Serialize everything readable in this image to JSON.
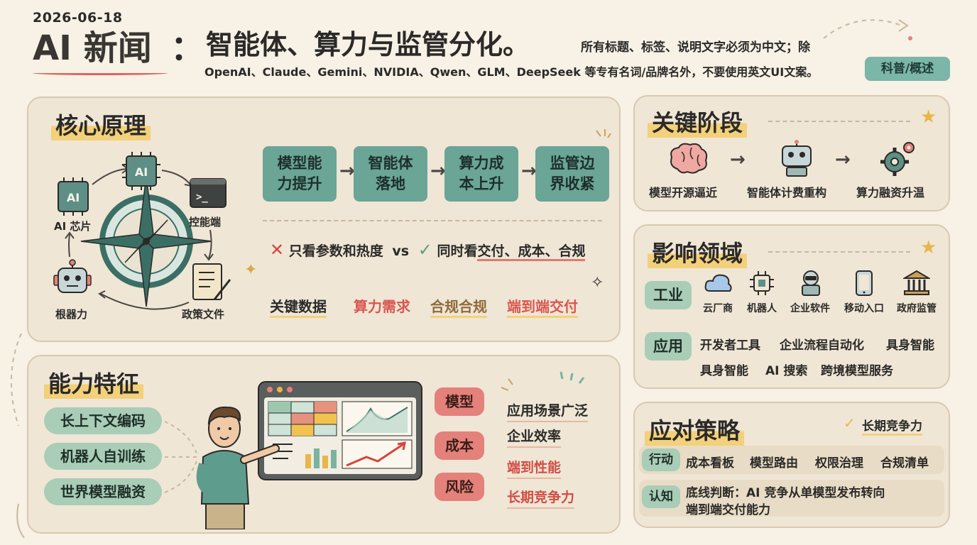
{
  "header": {
    "date": "2026-06-18",
    "title": "AI 新闻",
    "colon": "：",
    "subtitle": "智能体、算力与监管分化。",
    "note_line1": "所有标题、标签、说明文字必须为中文；除",
    "note_line2": "OpenAI、Claude、Gemini、NVIDIA、Qwen、GLM、DeepSeek 等专有名词/品牌名外，不要使用英文UI文案。",
    "tag": "科普/概述"
  },
  "core": {
    "title": "核心原理",
    "flow": [
      "模型能力提升",
      "智能体落地",
      "算力成本上升",
      "监管边界收紧"
    ],
    "flow_lines": [
      [
        "模型能",
        "力提升"
      ],
      [
        "智能体",
        "落地"
      ],
      [
        "算力成",
        "本上升"
      ],
      [
        "监管边",
        "界收紧"
      ]
    ],
    "compare_bad": "只看参数和热度",
    "vs": "vs",
    "compare_good_a": "同时看",
    "compare_good_b": "交付、成本、合规",
    "key_data_label": "关键数据",
    "key_data": [
      "算力需求",
      "合规合规",
      "端到端交付"
    ],
    "diagram": {
      "chip_top": "AI",
      "chip_left": "AI",
      "chip_left_label": "AI 芯片",
      "terminal_label": "控能端",
      "terminal_prompt": ">_",
      "robot_label": "根器力",
      "doc_label": "政策文件"
    }
  },
  "capability": {
    "title": "能力特征",
    "pills": [
      "长上下文编码",
      "机器人自训练",
      "世界模型融资"
    ],
    "tags": [
      "模型",
      "成本",
      "风险"
    ],
    "texts": [
      "应用场景广泛",
      "企业效率",
      "端到性能",
      "长期竞争力"
    ]
  },
  "stage": {
    "title": "关键阶段",
    "items": [
      "模型开源逼近",
      "智能体计费重构",
      "算力融资升温"
    ]
  },
  "impact": {
    "title": "影响领域",
    "industry_tag": "工业",
    "icons": [
      "云厂商",
      "机器人",
      "企业软件",
      "移动入口",
      "政府监管"
    ],
    "app_tag": "应用",
    "apps_row1": [
      "开发者工具",
      "企业流程自动化",
      "具身智能"
    ],
    "apps_row2": [
      "具身智能",
      "AI 搜索",
      "跨境模型服务"
    ]
  },
  "strategy": {
    "title": "应对策略",
    "badge": "长期竞争力",
    "action_tag": "行动",
    "actions": [
      "成本看板",
      "模型路由",
      "权限治理",
      "合规清单"
    ],
    "cognition_tag": "认知",
    "cognition_line1": "底线判断：AI 竞争从单模型发布转向",
    "cognition_line2": "端到端交付能力"
  },
  "colors": {
    "teal": "#6aa596",
    "mint": "#a9cdb7",
    "coral": "#e3817a",
    "highlight": "#f3d07a",
    "panel": "#efe6d6",
    "background": "#f7f1e6"
  }
}
